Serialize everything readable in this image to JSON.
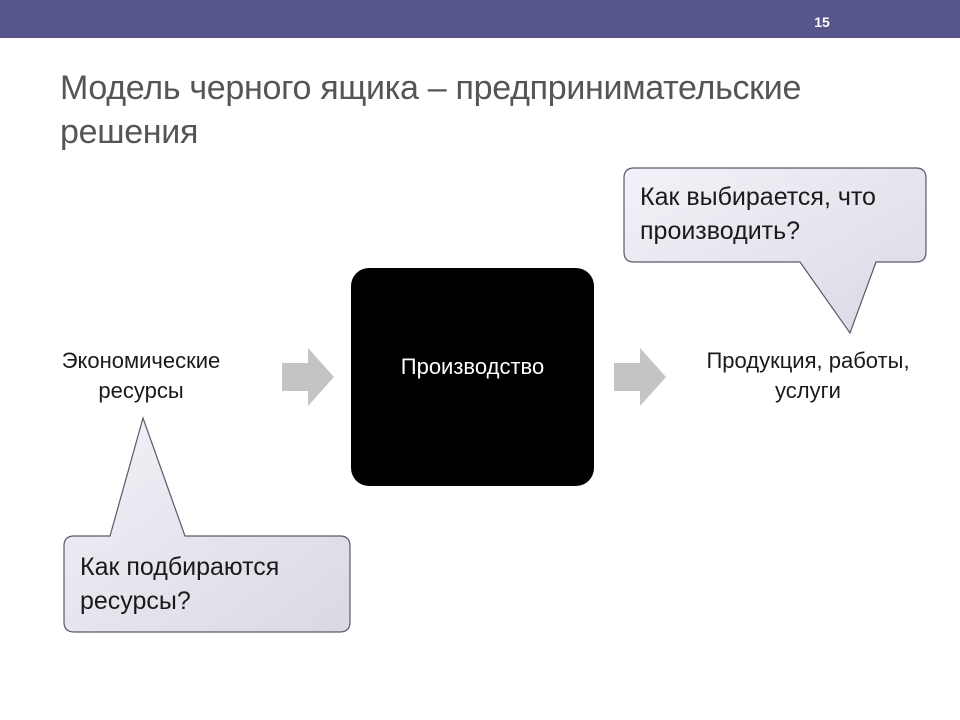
{
  "slide_number": "15",
  "title": "Модель черного ящика – предпринимательские решения",
  "diagram": {
    "input_label": "Экономические ресурсы",
    "box_label": "Производство",
    "output_label": "Продукция, работы, услуги",
    "callout_output": "Как выбирается, что производить?",
    "callout_input": "Как подбираются ресурсы?"
  },
  "colors": {
    "topbar": "#56568a",
    "callout_fill": "#e6e6ef",
    "callout_stroke": "#5a5a6a",
    "arrow_fill": "#c4c4c4",
    "box_fill": "#000000"
  }
}
